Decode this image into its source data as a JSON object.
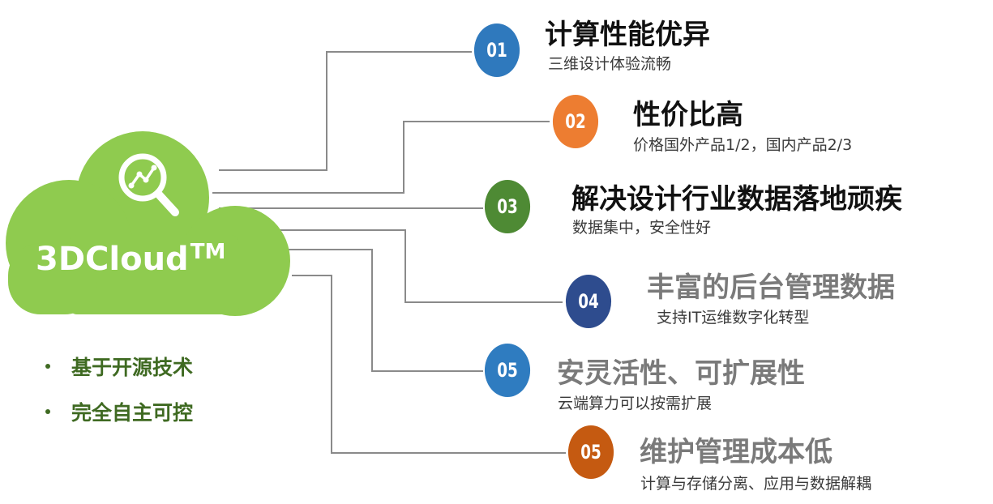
{
  "brand": {
    "name": "3DCloud",
    "mark": "TM"
  },
  "bullets": [
    "基于开源技术",
    "完全自主可控"
  ],
  "colors": {
    "cloud": "#8fcb4f",
    "line": "#7a7a7a",
    "bullet": "#3f6a22"
  },
  "items": [
    {
      "num": "01",
      "title": "计算性能优异",
      "subtitle": "三维设计体验流畅",
      "badge_color": "#2f79bd",
      "title_color": "#111111"
    },
    {
      "num": "02",
      "title": "性价比高",
      "subtitle": "价格国外产品1/2，国内产品2/3",
      "badge_color": "#ed7d31",
      "title_color": "#111111"
    },
    {
      "num": "03",
      "title": "解决设计行业数据落地顽疾",
      "subtitle": "数据集中，安全性好",
      "badge_color": "#4e8a34",
      "title_color": "#111111"
    },
    {
      "num": "04",
      "title": "丰富的后台管理数据",
      "subtitle": "支持IT运维数字化转型",
      "badge_color": "#2e4c8e",
      "title_color": "#7a7a7a"
    },
    {
      "num": "05",
      "title": "安灵活性、可扩展性",
      "subtitle": "云端算力可以按需扩展",
      "badge_color": "#2f7cc0",
      "title_color": "#7a7a7a"
    },
    {
      "num": "05",
      "title": "维护管理成本低",
      "subtitle": "计算与存储分离、应用与数据解耦",
      "badge_color": "#c55a11",
      "title_color": "#7a7a7a"
    }
  ]
}
